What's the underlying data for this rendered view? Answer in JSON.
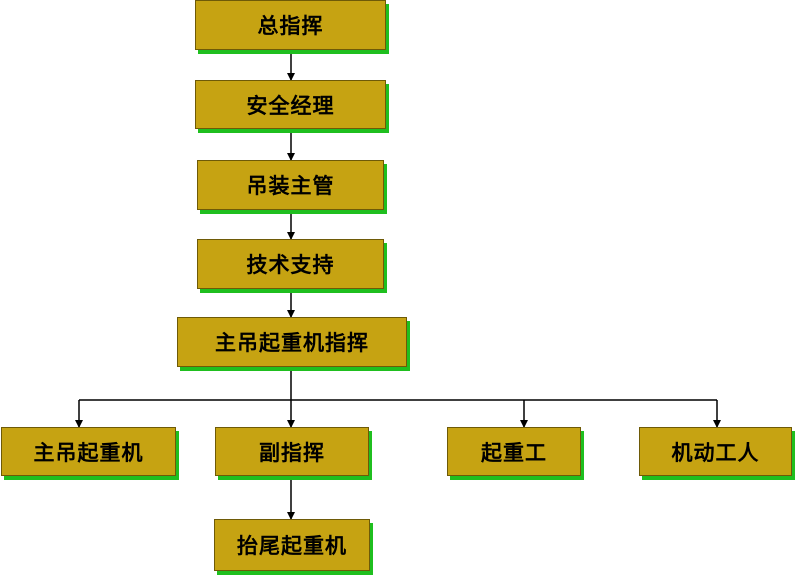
{
  "colors": {
    "box_fill": "#c6a312",
    "box_border": "#6e5a07",
    "box_shadow": "#1fbf1f",
    "connector": "#000000",
    "background": "#ffffff"
  },
  "nodes": {
    "commander": "总指挥",
    "safety_manager": "安全经理",
    "lifting_supervisor": "吊装主管",
    "technical_support": "技术支持",
    "main_crane_signaller": "主吊起重机指挥",
    "main_crane": "主吊起重机",
    "deputy_signaller": "副指挥",
    "rigger": "起重工",
    "mobile_worker": "机动工人",
    "tailing_crane": "抬尾起重机"
  },
  "edges": [
    [
      "commander",
      "safety_manager"
    ],
    [
      "safety_manager",
      "lifting_supervisor"
    ],
    [
      "lifting_supervisor",
      "technical_support"
    ],
    [
      "technical_support",
      "main_crane_signaller"
    ],
    [
      "main_crane_signaller",
      "main_crane"
    ],
    [
      "main_crane_signaller",
      "deputy_signaller"
    ],
    [
      "main_crane_signaller",
      "rigger"
    ],
    [
      "main_crane_signaller",
      "mobile_worker"
    ],
    [
      "deputy_signaller",
      "tailing_crane"
    ]
  ]
}
